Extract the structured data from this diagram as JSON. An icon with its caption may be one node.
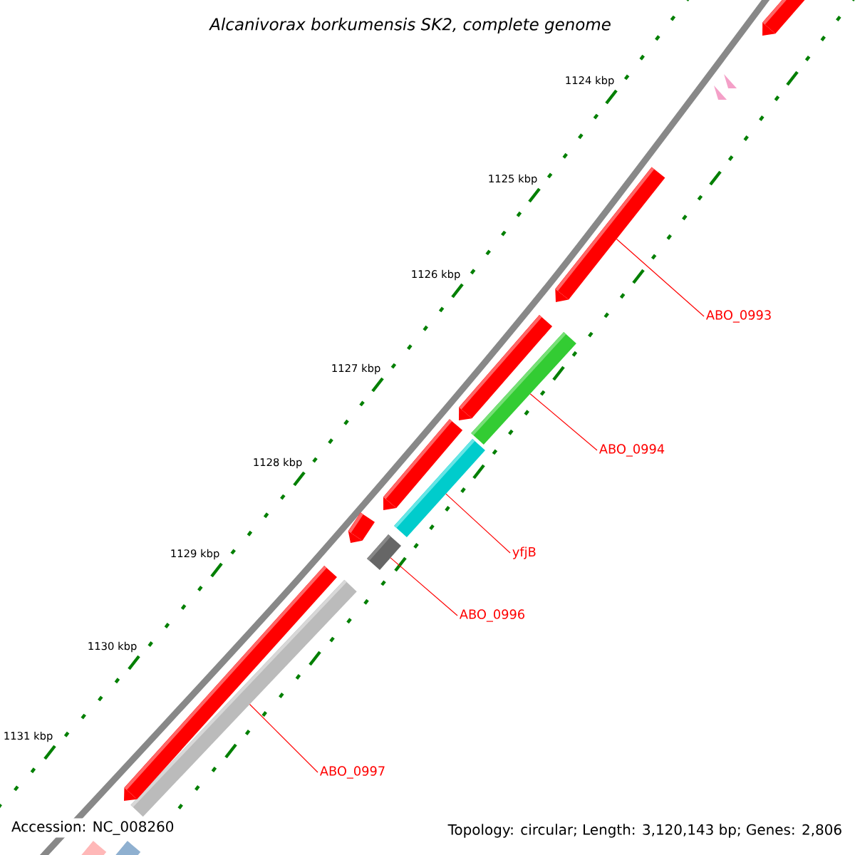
{
  "diagram": {
    "title": "Alcanivorax borkumensis SK2, complete genome",
    "nodes": [
      {
        "text": [
          "ABO_0993"
        ]
      },
      {
        "text": [],
        "shape": "bar"
      },
      {
        "text": [
          "ABO_0994"
        ]
      },
      {
        "text": [],
        "shape": "bar"
      },
      {
        "text": [
          "yfjB"
        ]
      },
      {
        "text": [],
        "shape": "bar"
      },
      {
        "text": [
          "ABO_0996"
        ]
      },
      {
        "text": [],
        "shape": "bar"
      },
      {
        "text": [
          "ABO_0997"
        ]
      },
      {
        "text": [],
        "shape": "bar"
      },
      {
        "text": [],
        "shape": "bar"
      },
      {
        "text": [],
        "shape": "bar"
      },
      {
        "text": [],
        "shape": "bar"
      },
      {
        "text": [],
        "shape": "bar"
      },
      {
        "text": [],
        "shape": "bar"
      },
      {
        "text": [],
        "shape": "bar"
      },
      {
        "text": [],
        "shape": "bar"
      }
    ],
    "edges": [
      {
        "from": 0,
        "to": 1,
        "arrow": "none"
      },
      {
        "from": 2,
        "to": 3,
        "arrow": "none"
      },
      {
        "from": 4,
        "to": 5,
        "arrow": "none"
      },
      {
        "from": 6,
        "to": 7,
        "arrow": "none"
      },
      {
        "from": 8,
        "to": 9,
        "arrow": "none"
      }
    ],
    "labels": [
      "1124 kbp",
      "1125 kbp",
      "1126 kbp",
      "1127 kbp",
      "1128 kbp",
      "1129 kbp",
      "1130 kbp",
      "1131 kbp",
      "Accession: NC_008260",
      "Topology: circular; Length: 3,120,143 bp; Genes: 2,806"
    ]
  }
}
